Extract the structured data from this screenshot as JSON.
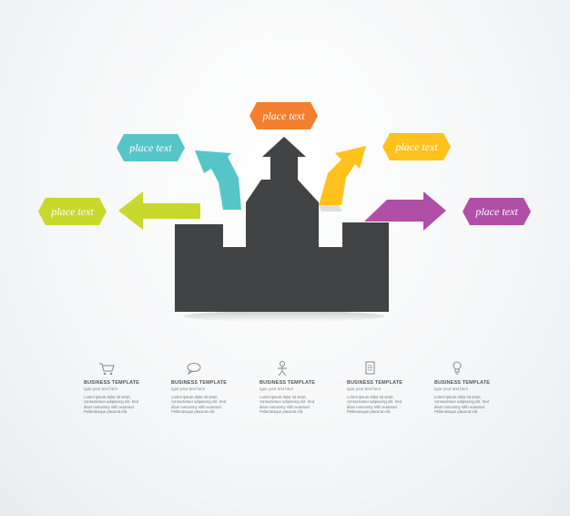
{
  "colors": {
    "orange": "#f47f2f",
    "teal": "#55c5c8",
    "yellow": "#ffc21d",
    "lime": "#c9d82c",
    "purple": "#b04ea8",
    "base": "#424345"
  },
  "labels": {
    "left": "place text",
    "upper_left": "place text",
    "top": "place text",
    "upper_right": "place text",
    "right": "place text"
  },
  "columns": [
    {
      "icon": "cart-icon",
      "title": "BUSINESS TEMPLATE",
      "subtitle": "type your text here",
      "body": "Lorem ipsum dolor sit amet, consectetuer adipiscing elit. Sed diam nonummy nibh euismod. Pellentesque placerat elit."
    },
    {
      "icon": "speech-bubble-icon",
      "title": "BUSINESS TEMPLATE",
      "subtitle": "type your text here",
      "body": "Lorem ipsum dolor sit amet, consectetuer adipiscing elit. Sed diam nonummy nibh euismod. Pellentesque placerat elit."
    },
    {
      "icon": "person-icon",
      "title": "BUSINESS TEMPLATE",
      "subtitle": "type your text here",
      "body": "Lorem ipsum dolor sit amet, consectetuer adipiscing elit. Sed diam nonummy nibh euismod. Pellentesque placerat elit."
    },
    {
      "icon": "document-icon",
      "title": "BUSINESS TEMPLATE",
      "subtitle": "type your text here",
      "body": "Lorem ipsum dolor sit amet, consectetuer adipiscing elit. Sed diam nonummy nibh euismod. Pellentesque placerat elit."
    },
    {
      "icon": "lightbulb-icon",
      "title": "BUSINESS TEMPLATE",
      "subtitle": "type your text here",
      "body": "Lorem ipsum dolor sit amet, consectetuer adipiscing elit. Sed diam nonummy nibh euismod. Pellentesque placerat elit."
    }
  ]
}
